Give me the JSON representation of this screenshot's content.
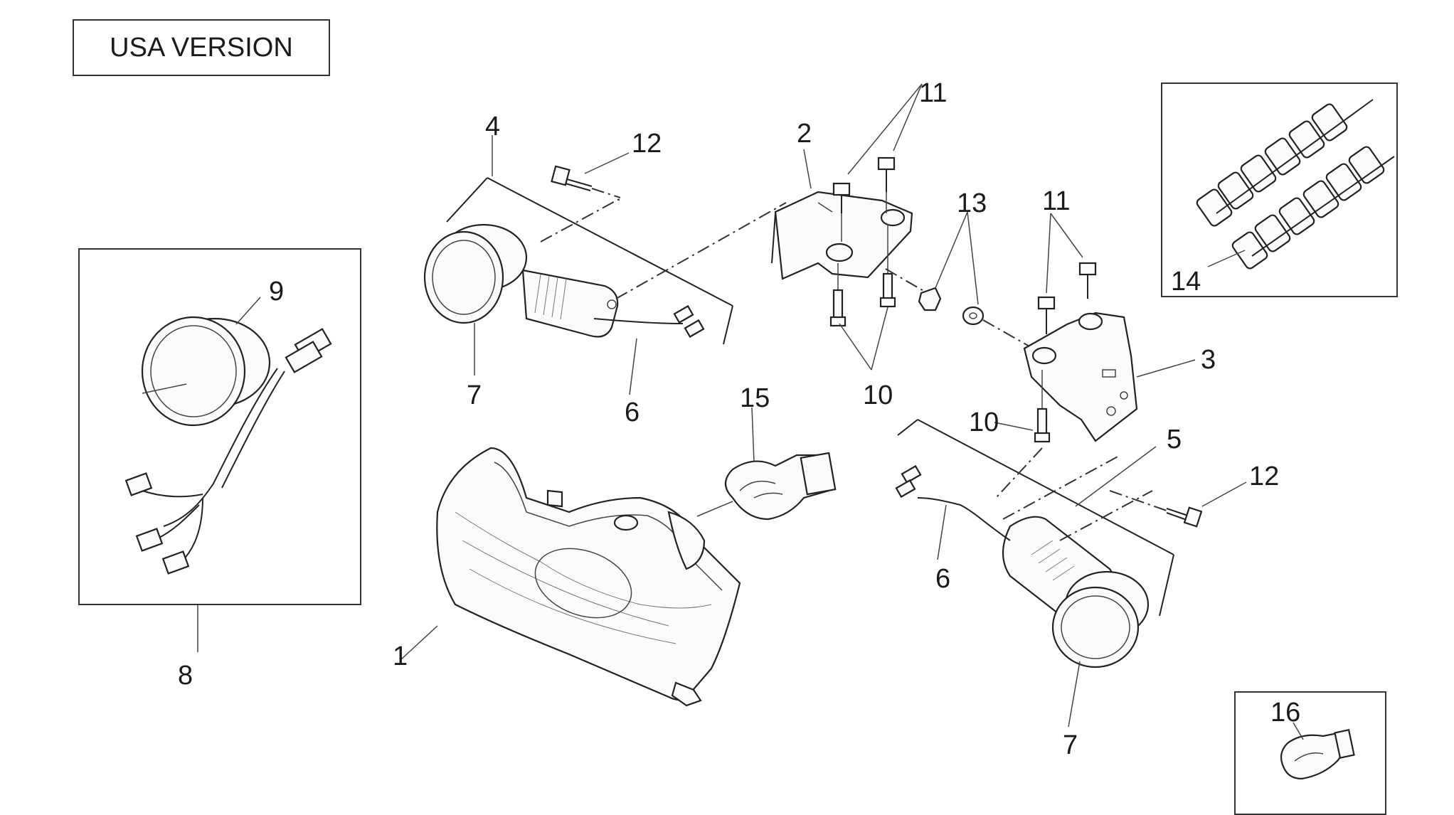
{
  "title": "USA VERSION",
  "labels": {
    "l1": "1",
    "l2": "2",
    "l3": "3",
    "l4": "4",
    "l5": "5",
    "l6a": "6",
    "l6b": "6",
    "l7a": "7",
    "l7b": "7",
    "l8": "8",
    "l9": "9",
    "l10a": "10",
    "l10b": "10",
    "l11a": "11",
    "l11b": "11",
    "l12a": "12",
    "l12b": "12",
    "l13": "13",
    "l14": "14",
    "l15": "15",
    "l16": "16"
  }
}
